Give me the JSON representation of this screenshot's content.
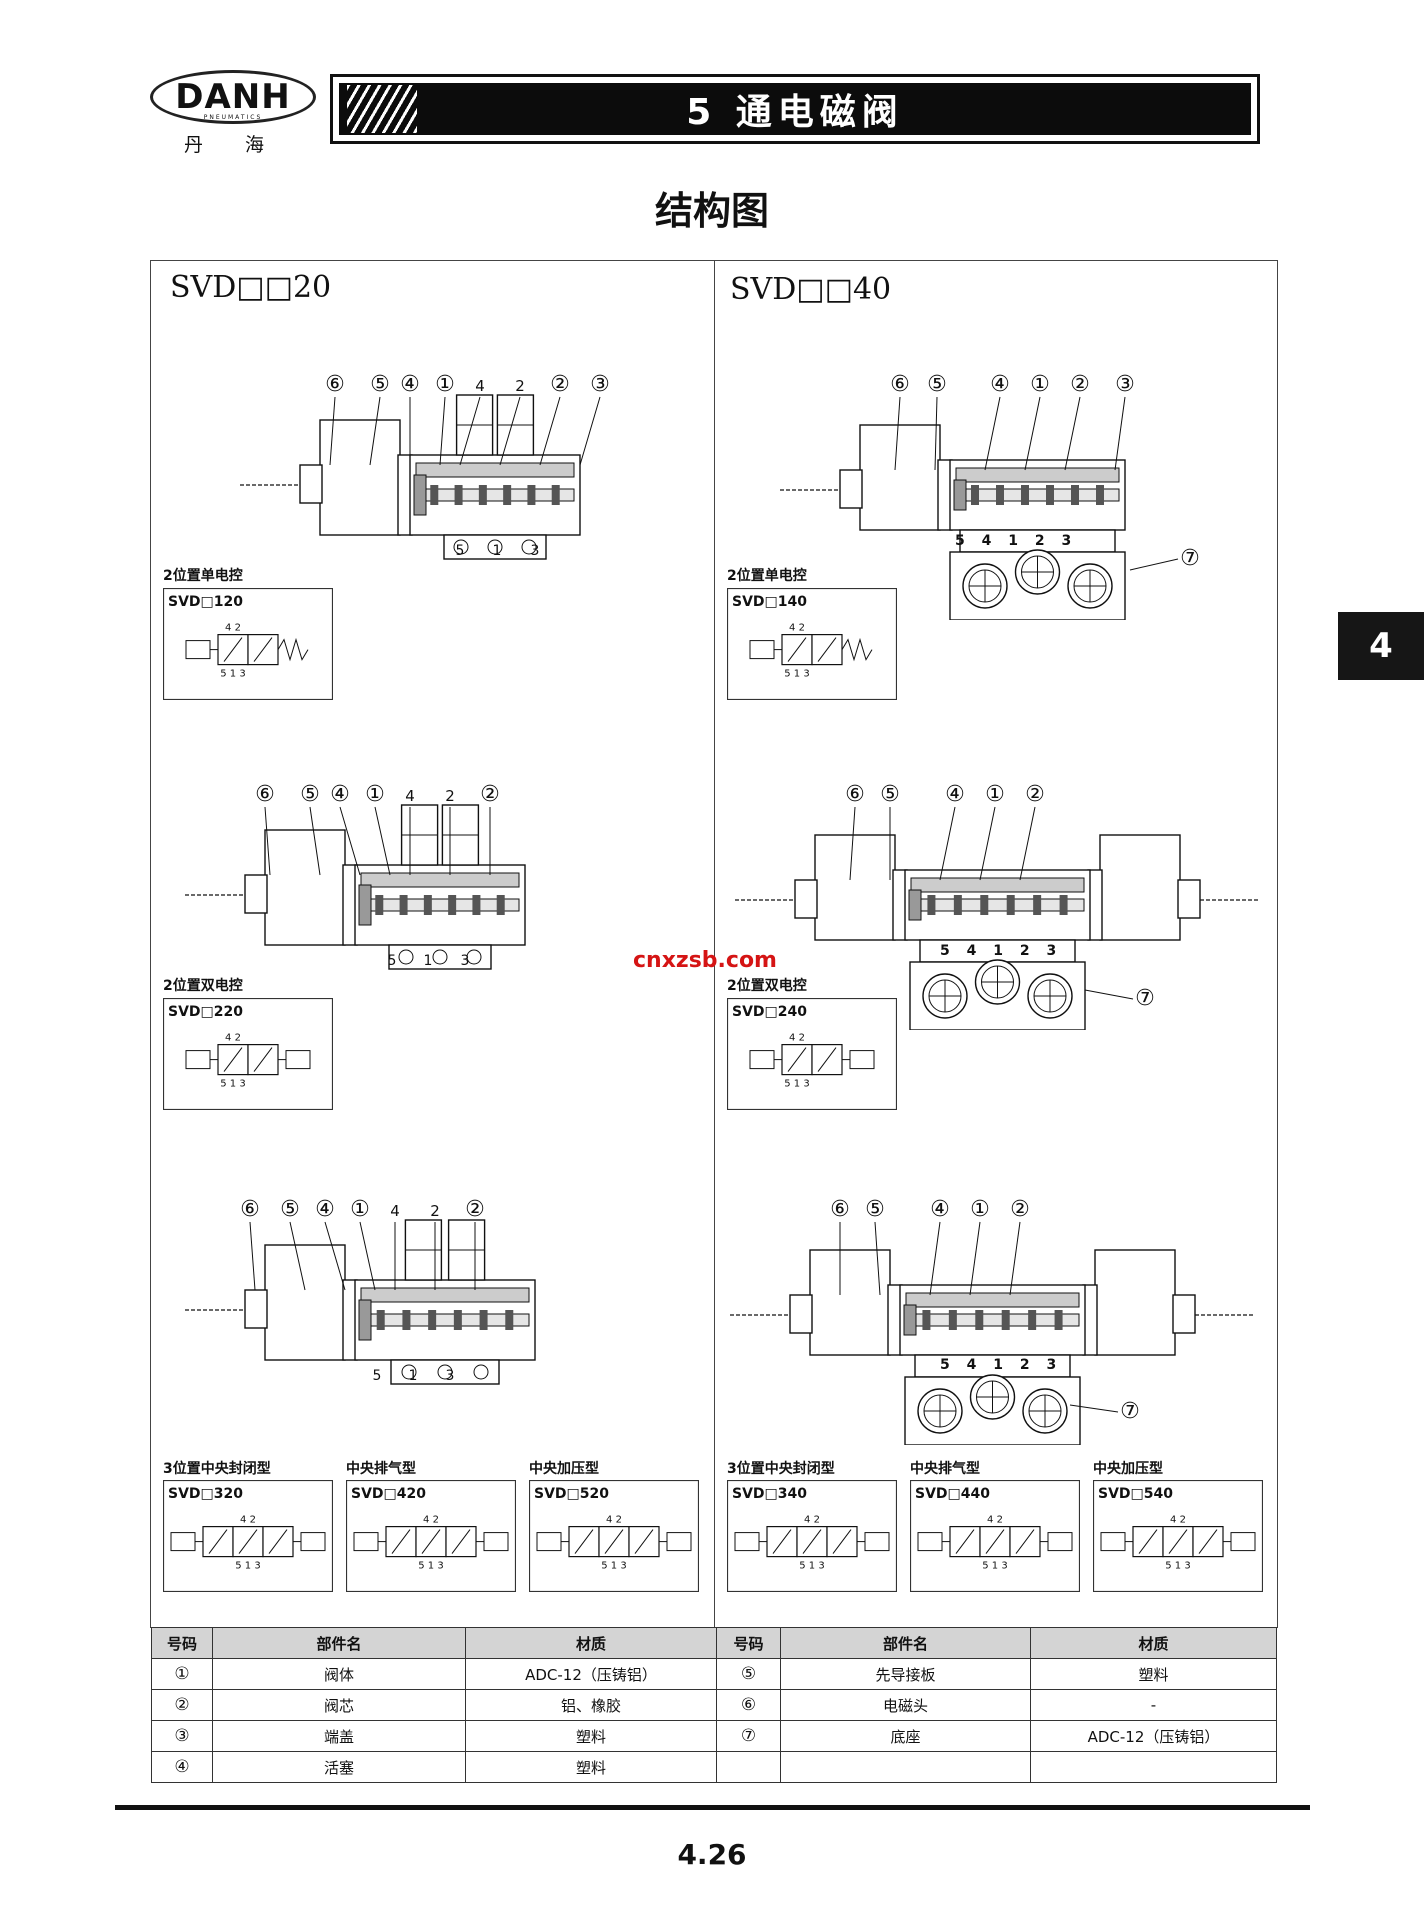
{
  "header": {
    "brand": "DANH",
    "brand_sub": "PNEUMATICS",
    "brand_cn": "丹 海",
    "section_title": "5  通电磁阀"
  },
  "page_heading": "结构图",
  "side_tab": "4",
  "left_column": {
    "model": "SVD□□20",
    "single": {
      "callouts": [
        "⑥",
        "⑤",
        "④",
        "①",
        "4",
        "2",
        "②",
        "③"
      ],
      "ports": [
        "5",
        "1",
        "3"
      ],
      "mode_label": "2位置单电控",
      "symbol_code": "SVD□120"
    },
    "double": {
      "callouts": [
        "⑥",
        "⑤",
        "④",
        "①",
        "4",
        "2",
        "②"
      ],
      "ports": [
        "5",
        "1",
        "3"
      ],
      "mode_label": "2位置双电控",
      "symbol_code": "SVD□220"
    },
    "three_pos": {
      "callouts": [
        "⑥",
        "⑤",
        "④",
        "①",
        "4",
        "2",
        "②"
      ],
      "ports": [
        "5",
        "1",
        "3"
      ],
      "variants": [
        {
          "label": "3位置中央封闭型",
          "code": "SVD□320"
        },
        {
          "label": "中央排气型",
          "code": "SVD□420"
        },
        {
          "label": "中央加压型",
          "code": "SVD□520"
        }
      ]
    }
  },
  "right_column": {
    "model": "SVD□□40",
    "single": {
      "callouts": [
        "⑥",
        "⑤",
        "④",
        "①",
        "②",
        "③",
        "⑦"
      ],
      "ports": [
        "5",
        "4",
        "1",
        "2",
        "3"
      ],
      "mode_label": "2位置单电控",
      "symbol_code": "SVD□140"
    },
    "double": {
      "callouts": [
        "⑥",
        "⑤",
        "④",
        "①",
        "②",
        "⑦"
      ],
      "ports": [
        "5",
        "4",
        "1",
        "2",
        "3"
      ],
      "mode_label": "2位置双电控",
      "symbol_code": "SVD□240"
    },
    "three_pos": {
      "callouts": [
        "⑥",
        "⑤",
        "④",
        "①",
        "②",
        "⑦"
      ],
      "ports": [
        "5",
        "4",
        "1",
        "2",
        "3"
      ],
      "variants": [
        {
          "label": "3位置中央封闭型",
          "code": "SVD□340"
        },
        {
          "label": "中央排气型",
          "code": "SVD□440"
        },
        {
          "label": "中央加压型",
          "code": "SVD□540"
        }
      ]
    }
  },
  "symbol_port_labels": {
    "top": "4 2",
    "bottom": "5 1 3"
  },
  "watermark": "cnxzsb.com",
  "parts_table": {
    "headers": [
      "号码",
      "部件名",
      "材质",
      "号码",
      "部件名",
      "材质"
    ],
    "rows": [
      [
        "①",
        "阀体",
        "ADC-12（压铸铝）",
        "⑤",
        "先导接板",
        "塑料"
      ],
      [
        "②",
        "阀芯",
        "铝、橡胶",
        "⑥",
        "电磁头",
        "-"
      ],
      [
        "③",
        "端盖",
        "塑料",
        "⑦",
        "底座",
        "ADC-12（压铸铝）"
      ],
      [
        "④",
        "活塞",
        "塑料",
        "",
        "",
        ""
      ]
    ]
  },
  "page_number": "4.26"
}
